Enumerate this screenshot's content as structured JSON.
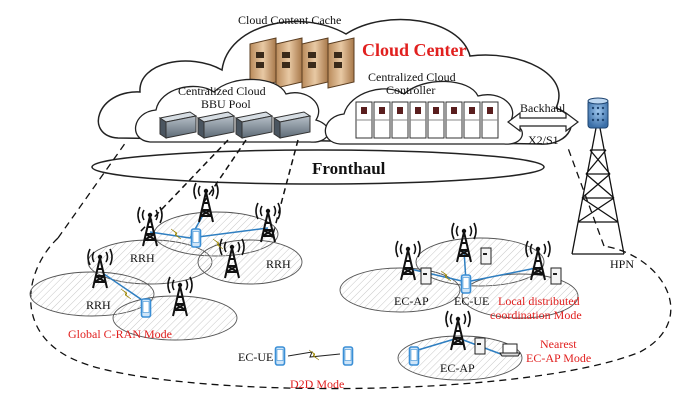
{
  "labels": {
    "cloud_content_cache": "Cloud Content Cache",
    "cloud_center": "Cloud Center",
    "centralized_cloud_bbu_line1": "Centralized Cloud",
    "centralized_cloud_bbu_line2": "BBU Pool",
    "centralized_cloud_ctrl_line1": "Centralized Cloud",
    "centralized_cloud_ctrl_line2": "Controller",
    "backhaul": "Backhaul",
    "x2_s1": "X2/S1",
    "fronthaul": "Fronthaul",
    "hpn": "HPN",
    "rrh": "RRH",
    "ec_ap": "EC-AP",
    "ec_ue": "EC-UE",
    "global_cran_mode": "Global C-RAN Mode",
    "local_mode_line1": "Local distributed",
    "local_mode_line2": "coordination Mode",
    "nearest_mode_line1": "Nearest",
    "nearest_mode_line2": "EC-AP Mode",
    "d2d_mode": "D2D Mode"
  },
  "colors": {
    "accent_red": "#e1201f",
    "device_blue": "#3b8fd6",
    "link_blue": "#2f7fc1",
    "lightning_yellow": "#f0d000"
  }
}
